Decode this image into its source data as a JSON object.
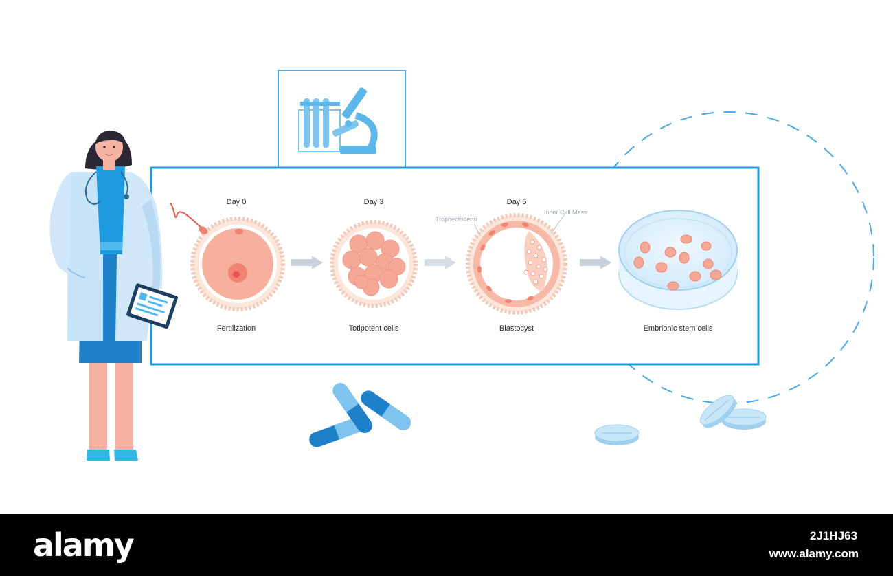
{
  "stages": [
    {
      "day": "Day 0",
      "caption": "Fertilization"
    },
    {
      "day": "Day 3",
      "caption": "Totipotent cells"
    },
    {
      "day": "Day 5",
      "caption": "Blastocyst"
    },
    {
      "day": "",
      "caption": "Embrionic stem cells"
    }
  ],
  "annotations": {
    "trophectoderm": "Trophectoderm",
    "inner_cell_mass": "Inner Cell Mass"
  },
  "footer": {
    "brand": "alamy",
    "image_id": "2J1HJ63",
    "site": "www.alamy.com"
  },
  "colors": {
    "accent_blue": "#1e9be0",
    "light_blue": "#7ec4ef",
    "cell_pink": "#f6b3a3",
    "nucleus_red": "#e8564a",
    "arrow_gray": "#c7d1db"
  }
}
